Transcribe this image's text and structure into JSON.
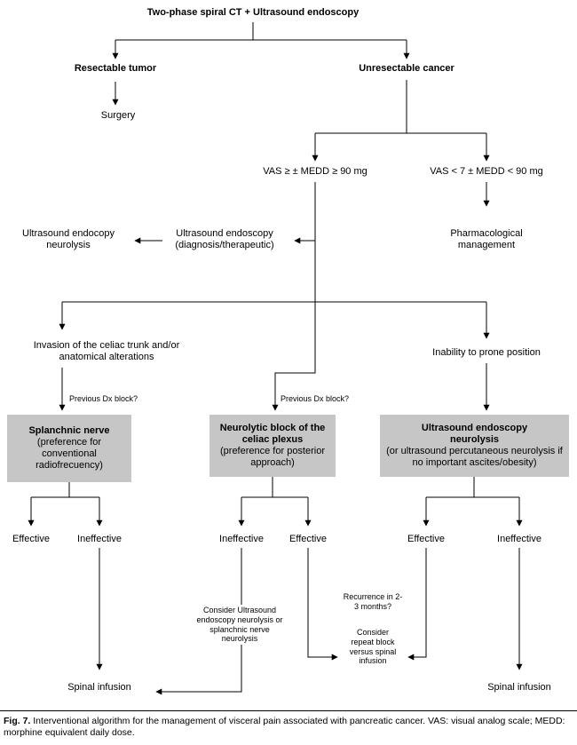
{
  "figure": {
    "caption_label": "Fig. 7.",
    "caption_text": "Interventional algorithm for the management of visceral pain associated with pancreatic cancer. VAS: visual analog scale; MEDD: morphine equivalent daily dose."
  },
  "nodes": {
    "root": "Two-phase spiral CT + Ultrasound endoscopy",
    "resectable_tumor": "Resectable tumor",
    "surgery": "Surgery",
    "unresectable_cancer": "Unresectable cancer",
    "vas_high": "VAS ≥ ± MEDD ≥ 90 mg",
    "vas_low": "VAS < 7 ± MEDD < 90 mg",
    "pharmacological": "Pharmacological management",
    "us_endoscopy_dx": "Ultrasound endoscopy (diagnosis/therapeutic)",
    "us_endoscopy_neurolysis": "Ultrasound endocopy neurolysis",
    "celiac_invasion": "Invasion of the celiac trunk and/or anatomical alterations",
    "prone_inability": "Inability to prone position",
    "splanchnic": {
      "title": "Splanchnic nerve",
      "subtitle": "(preference for conventional radiofrecuency)"
    },
    "neurolytic_block": {
      "title": "Neurolytic block of the celiac plexus",
      "subtitle": "(preference for posterior approach)"
    },
    "us_neurolysis_box": {
      "title": "Ultrasound endoscopy neurolysis",
      "subtitle": "(or ultrasound percutaneous neurolysis if no important ascites/obesity)"
    },
    "consider_us_neurolysis": "Consider Ultrasound endoscopy neurolysis or splanchnic nerve neurolysis",
    "recurrence": "Recurrence in 2-3 months?",
    "consider_repeat": "Consider repeat block versus spinal infusion"
  },
  "labels": {
    "effective": "Effective",
    "ineffective": "Ineffective",
    "spinal_infusion": "Spinal infusion",
    "previous_dx_block": "Previous Dx block?"
  }
}
